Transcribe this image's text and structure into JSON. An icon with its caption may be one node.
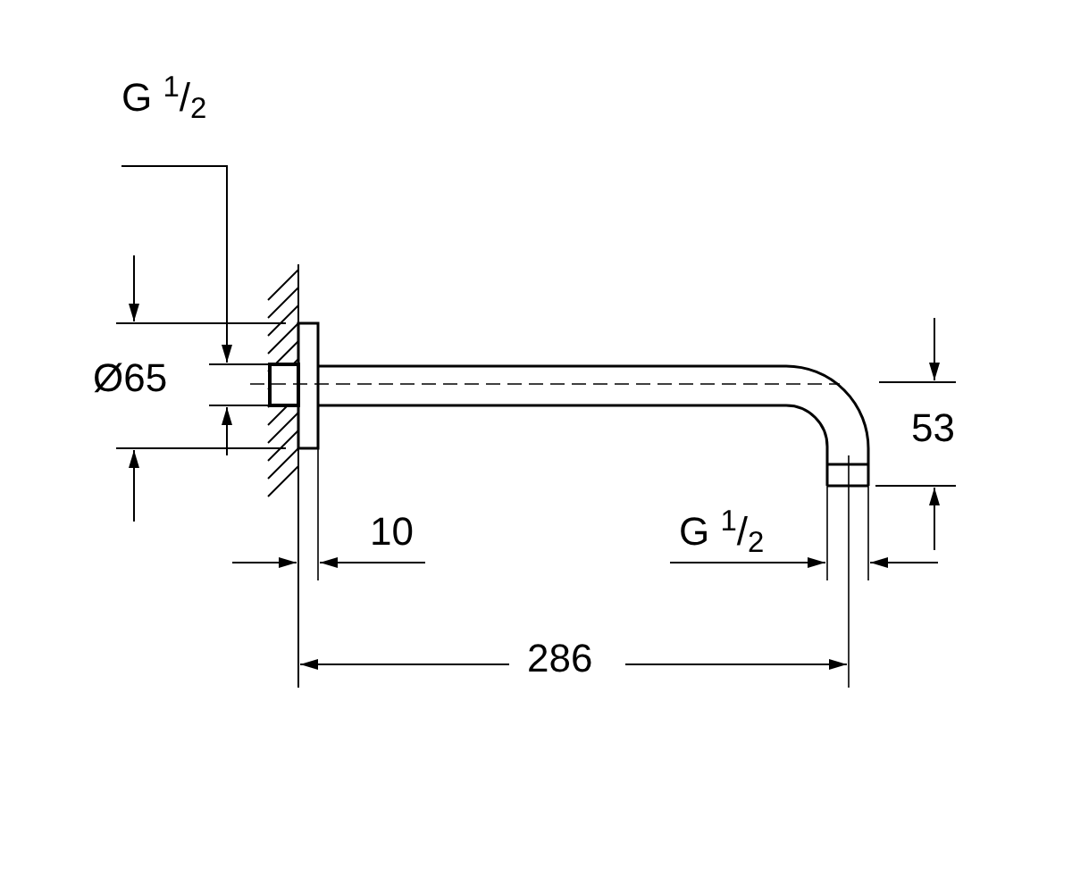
{
  "diagram": {
    "labels": [
      "G $^{1}$/$_{2}$",
      "Ø65",
      "53",
      "10",
      "G $^{1}$/$_{2}$",
      "286"
    ]
  }
}
